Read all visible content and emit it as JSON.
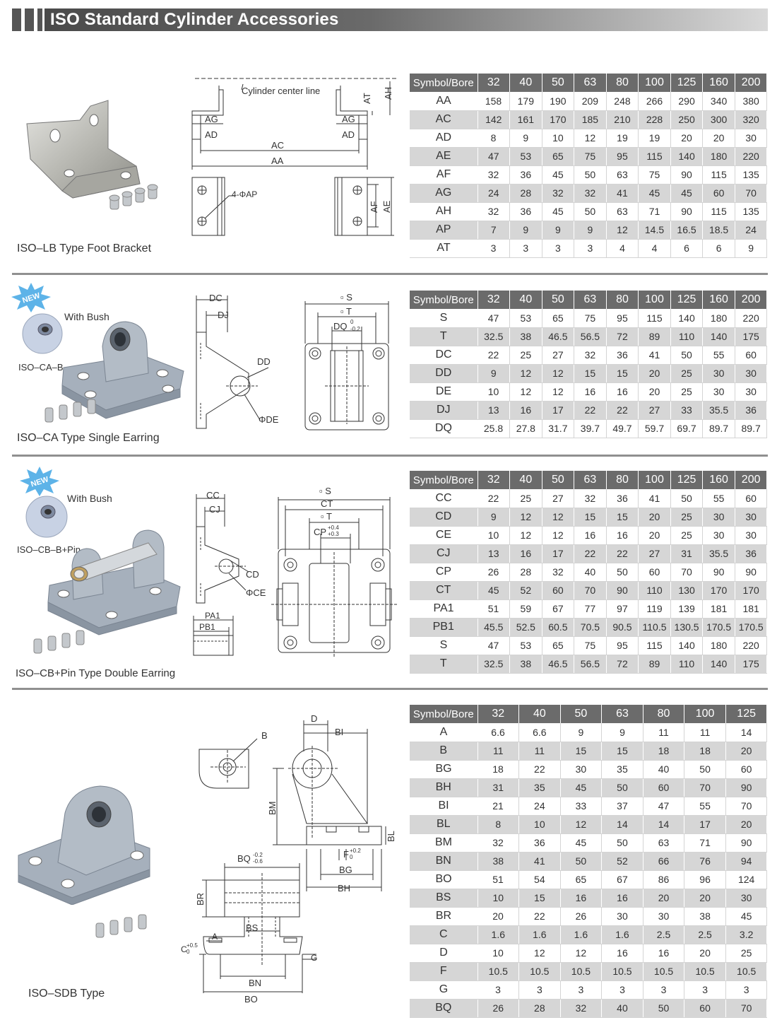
{
  "header": {
    "title": "ISO Standard Cylinder Accessories"
  },
  "sections": {
    "lb": {
      "caption": "ISO–LB Type Foot Bracket",
      "drawing": {
        "center_line": "Cylinder center line",
        "ag": "AG",
        "ad": "AD",
        "ac": "AC",
        "aa": "AA",
        "at": "AT",
        "ah": "AH",
        "ap": "4-ΦAP",
        "af": "AF",
        "ae": "AE"
      },
      "headers": [
        "Symbol/Bore",
        "32",
        "40",
        "50",
        "63",
        "80",
        "100",
        "125",
        "160",
        "200"
      ],
      "rows": [
        [
          "AA",
          "158",
          "179",
          "190",
          "209",
          "248",
          "266",
          "290",
          "340",
          "380"
        ],
        [
          "AC",
          "142",
          "161",
          "170",
          "185",
          "210",
          "228",
          "250",
          "300",
          "320"
        ],
        [
          "AD",
          "8",
          "9",
          "10",
          "12",
          "19",
          "19",
          "20",
          "20",
          "30"
        ],
        [
          "AE",
          "47",
          "53",
          "65",
          "75",
          "95",
          "115",
          "140",
          "180",
          "220"
        ],
        [
          "AF",
          "32",
          "36",
          "45",
          "50",
          "63",
          "75",
          "90",
          "115",
          "135"
        ],
        [
          "AG",
          "24",
          "28",
          "32",
          "32",
          "41",
          "45",
          "45",
          "60",
          "70"
        ],
        [
          "AH",
          "32",
          "36",
          "45",
          "50",
          "63",
          "71",
          "90",
          "115",
          "135"
        ],
        [
          "AP",
          "7",
          "9",
          "9",
          "9",
          "12",
          "14.5",
          "16.5",
          "18.5",
          "24"
        ],
        [
          "AT",
          "3",
          "3",
          "3",
          "3",
          "4",
          "4",
          "6",
          "6",
          "9"
        ]
      ]
    },
    "ca": {
      "caption": "ISO–CA Type Single Earring",
      "badge": "NEW",
      "bush_label": "With Bush",
      "part_label": "ISO–CA–B",
      "drawing": {
        "dc": "DC",
        "dj": "DJ",
        "dd": "DD",
        "de": "ΦDE",
        "s": "S",
        "t": "T",
        "dq": "DQ",
        "dq_tol_up": "0",
        "dq_tol_lo": "-0.2"
      },
      "headers": [
        "Symbol/Bore",
        "32",
        "40",
        "50",
        "63",
        "80",
        "100",
        "125",
        "160",
        "200"
      ],
      "rows": [
        [
          "S",
          "47",
          "53",
          "65",
          "75",
          "95",
          "115",
          "140",
          "180",
          "220"
        ],
        [
          "T",
          "32.5",
          "38",
          "46.5",
          "56.5",
          "72",
          "89",
          "110",
          "140",
          "175"
        ],
        [
          "DC",
          "22",
          "25",
          "27",
          "32",
          "36",
          "41",
          "50",
          "55",
          "60"
        ],
        [
          "DD",
          "9",
          "12",
          "12",
          "15",
          "15",
          "20",
          "25",
          "30",
          "30"
        ],
        [
          "DE",
          "10",
          "12",
          "12",
          "16",
          "16",
          "20",
          "25",
          "30",
          "30"
        ],
        [
          "DJ",
          "13",
          "16",
          "17",
          "22",
          "22",
          "27",
          "33",
          "35.5",
          "36"
        ],
        [
          "DQ",
          "25.8",
          "27.8",
          "31.7",
          "39.7",
          "49.7",
          "59.7",
          "69.7",
          "89.7",
          "89.7"
        ]
      ]
    },
    "cb": {
      "caption": "ISO–CB+Pin Type Double Earring",
      "badge": "NEW",
      "bush_label": "With Bush",
      "part_label": "ISO–CB–B+Pin",
      "drawing": {
        "cc": "CC",
        "cj": "CJ",
        "cd": "CD",
        "ce": "ΦCE",
        "pa1": "PA1",
        "pb1": "PB1",
        "s": "S",
        "ct": "CT",
        "t": "T",
        "cp": "CP",
        "cp_tol_up": "+0.4",
        "cp_tol_lo": "+0.3"
      },
      "headers": [
        "Symbol/Bore",
        "32",
        "40",
        "50",
        "63",
        "80",
        "100",
        "125",
        "160",
        "200"
      ],
      "rows": [
        [
          "CC",
          "22",
          "25",
          "27",
          "32",
          "36",
          "41",
          "50",
          "55",
          "60"
        ],
        [
          "CD",
          "9",
          "12",
          "12",
          "15",
          "15",
          "20",
          "25",
          "30",
          "30"
        ],
        [
          "CE",
          "10",
          "12",
          "12",
          "16",
          "16",
          "20",
          "25",
          "30",
          "30"
        ],
        [
          "CJ",
          "13",
          "16",
          "17",
          "22",
          "22",
          "27",
          "31",
          "35.5",
          "36"
        ],
        [
          "CP",
          "26",
          "28",
          "32",
          "40",
          "50",
          "60",
          "70",
          "90",
          "90"
        ],
        [
          "CT",
          "45",
          "52",
          "60",
          "70",
          "90",
          "110",
          "130",
          "170",
          "170"
        ],
        [
          "PA1",
          "51",
          "59",
          "67",
          "77",
          "97",
          "119",
          "139",
          "181",
          "181"
        ],
        [
          "PB1",
          "45.5",
          "52.5",
          "60.5",
          "70.5",
          "90.5",
          "110.5",
          "130.5",
          "170.5",
          "170.5"
        ],
        [
          "S",
          "47",
          "53",
          "65",
          "75",
          "95",
          "115",
          "140",
          "180",
          "220"
        ],
        [
          "T",
          "32.5",
          "38",
          "46.5",
          "56.5",
          "72",
          "89",
          "110",
          "140",
          "175"
        ]
      ]
    },
    "sdb": {
      "caption": "ISO–SDB Type",
      "drawing": {
        "b": "B",
        "d": "D",
        "bi": "BI",
        "bm": "BM",
        "bl": "BL",
        "f": "F",
        "f_tol_up": "+0.2",
        "f_tol_lo": "0",
        "bg": "BG",
        "bh": "BH",
        "bq": "BQ",
        "bq_tol_up": "-0.2",
        "bq_tol_lo": "-0.6",
        "br": "BR",
        "bs": "BS",
        "a": "A",
        "c": "C",
        "c_tol_up": "+0.5",
        "c_tol_lo": "0",
        "g": "G",
        "bn": "BN",
        "bo": "BO"
      },
      "headers": [
        "Symbol/Bore",
        "32",
        "40",
        "50",
        "63",
        "80",
        "100",
        "125"
      ],
      "rows": [
        [
          "A",
          "6.6",
          "6.6",
          "9",
          "9",
          "11",
          "11",
          "14"
        ],
        [
          "B",
          "11",
          "11",
          "15",
          "15",
          "18",
          "18",
          "20"
        ],
        [
          "BG",
          "18",
          "22",
          "30",
          "35",
          "40",
          "50",
          "60"
        ],
        [
          "BH",
          "31",
          "35",
          "45",
          "50",
          "60",
          "70",
          "90"
        ],
        [
          "BI",
          "21",
          "24",
          "33",
          "37",
          "47",
          "55",
          "70"
        ],
        [
          "BL",
          "8",
          "10",
          "12",
          "14",
          "14",
          "17",
          "20"
        ],
        [
          "BM",
          "32",
          "36",
          "45",
          "50",
          "63",
          "71",
          "90"
        ],
        [
          "BN",
          "38",
          "41",
          "50",
          "52",
          "66",
          "76",
          "94"
        ],
        [
          "BO",
          "51",
          "54",
          "65",
          "67",
          "86",
          "96",
          "124"
        ],
        [
          "BS",
          "10",
          "15",
          "16",
          "16",
          "20",
          "20",
          "30"
        ],
        [
          "BR",
          "20",
          "22",
          "26",
          "30",
          "30",
          "38",
          "45"
        ],
        [
          "C",
          "1.6",
          "1.6",
          "1.6",
          "1.6",
          "2.5",
          "2.5",
          "3.2"
        ],
        [
          "D",
          "10",
          "12",
          "12",
          "16",
          "16",
          "20",
          "25"
        ],
        [
          "F",
          "10.5",
          "10.5",
          "10.5",
          "10.5",
          "10.5",
          "10.5",
          "10.5"
        ],
        [
          "G",
          "3",
          "3",
          "3",
          "3",
          "3",
          "3",
          "3"
        ],
        [
          "BQ",
          "26",
          "28",
          "32",
          "40",
          "50",
          "60",
          "70"
        ]
      ]
    }
  }
}
